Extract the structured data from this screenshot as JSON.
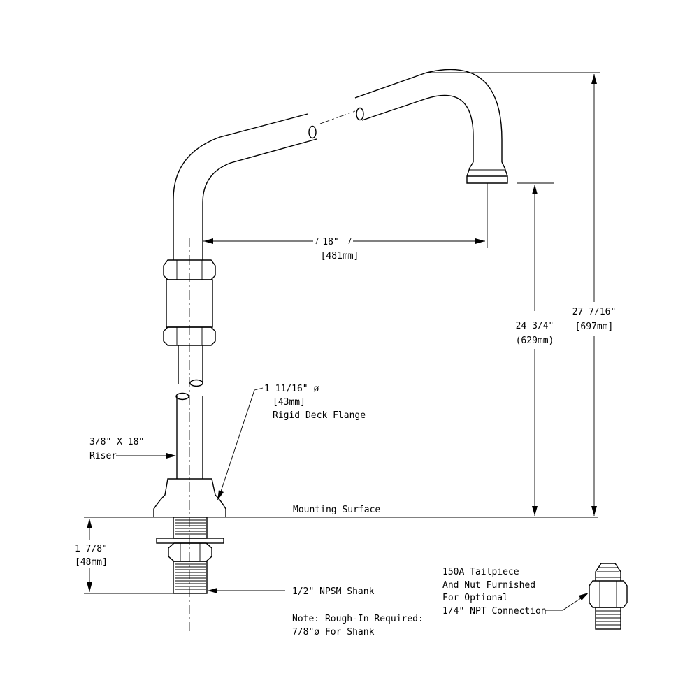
{
  "labels": {
    "spread_in": "18\"",
    "spread_mm": "[481mm]",
    "spout_clear_in": "24 3/4\"",
    "spout_clear_mm": "(629mm)",
    "overall_in": "27 7/16\"",
    "overall_mm": "[697mm]",
    "flange_dia": "1 11/16\" ø",
    "flange_mm": "[43mm]",
    "flange_name": "Rigid Deck Flange",
    "riser_size": "3/8\" X 18\"",
    "riser_name": "Riser",
    "mounting_surface": "Mounting Surface",
    "shank_len_in": "1 7/8\"",
    "shank_len_mm": "[48mm]",
    "shank": "1/2\" NPSM Shank",
    "note_line1": "Note: Rough-In Required:",
    "note_line2": "7/8\"ø For Shank",
    "tail_line1": "150A Tailpiece",
    "tail_line2": "And Nut Furnished",
    "tail_line3": "For Optional",
    "tail_line4": "1/4\" NPT Connection"
  }
}
